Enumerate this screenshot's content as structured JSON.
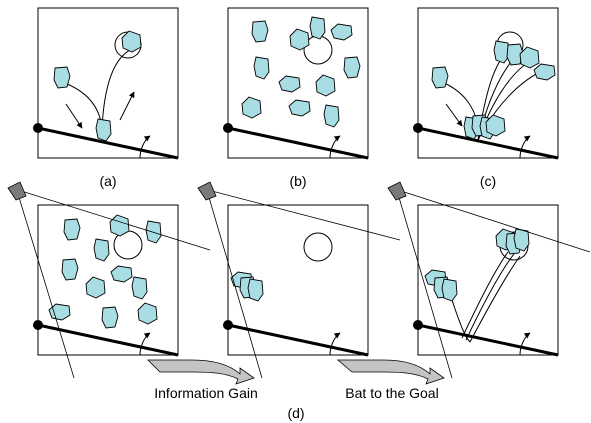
{
  "panels": {
    "a": "(a)",
    "b": "(b)",
    "c": "(c)",
    "d": "(d)"
  },
  "arrows": {
    "information_gain": "Information Gain",
    "bat_to_goal": "Bat to the Goal"
  },
  "colors": {
    "object_fill": "#a8dde3",
    "camera_fill": "#7a7a7a",
    "arrow_fill": "#c4c4c4"
  },
  "icons": {
    "camera": "camera-icon",
    "pivot": "pivot-icon"
  }
}
